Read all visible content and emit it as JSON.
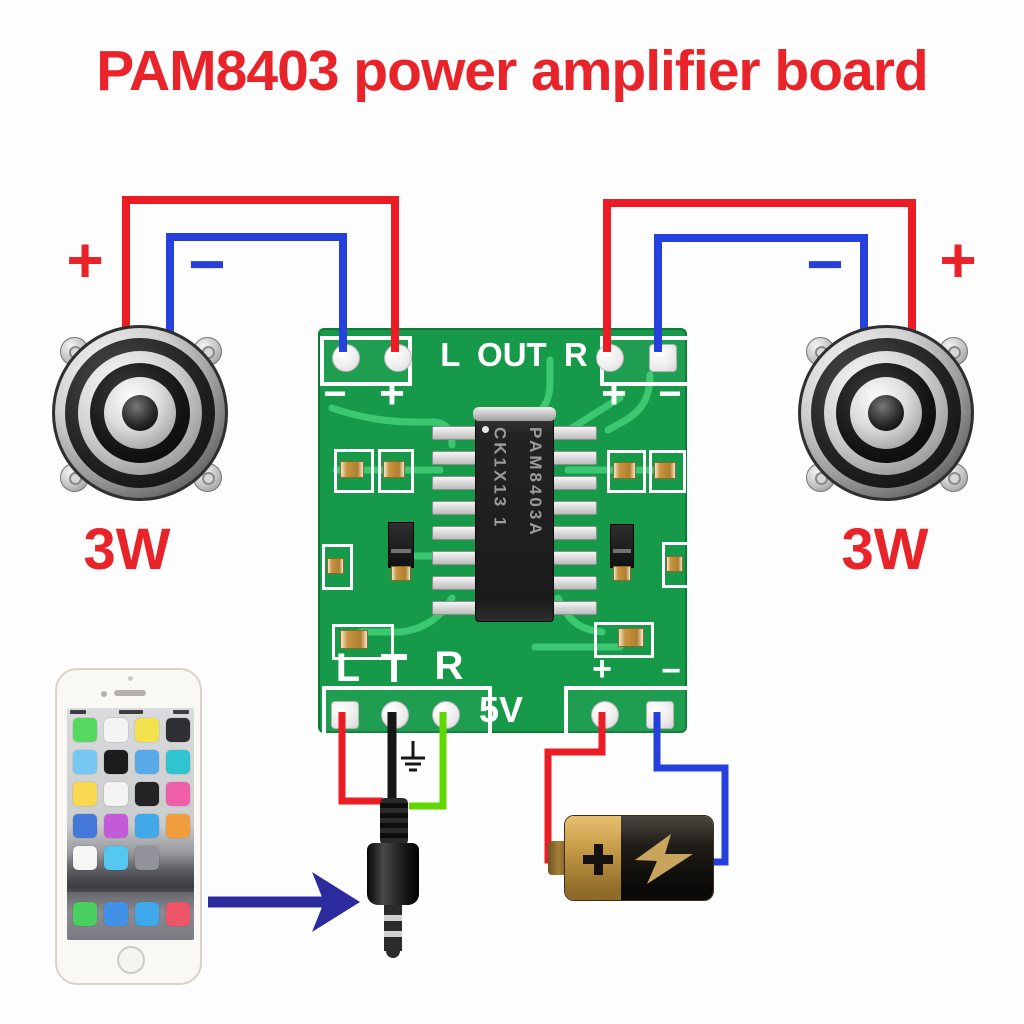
{
  "title": {
    "text": "PAM8403 power amplifier board"
  },
  "board": {
    "out_label": "L OUT R",
    "left_terminal": {
      "minus": "−",
      "plus": "+"
    },
    "right_terminal": {
      "plus": "+",
      "minus": "−"
    },
    "input": {
      "left": "L",
      "right": "R"
    },
    "power": {
      "label": "5V",
      "plus": "+",
      "minus": "−"
    },
    "chip": {
      "part_number": "PAM8403A",
      "batch_code": "CK1X13 1"
    }
  },
  "speakers": {
    "left": {
      "rating": "3W",
      "positive": "+",
      "negative": "−"
    },
    "right": {
      "rating": "3W",
      "positive": "+",
      "negative": "−"
    }
  },
  "phone": {
    "icon_rows": [
      [
        "#56d75f",
        "#f4f4f2",
        "#f3e24e",
        "#2f2f33"
      ],
      [
        "#76c7f2",
        "#1c1c1e",
        "#59a8e8",
        "#2fc4cf"
      ],
      [
        "#f8d84e",
        "#f4f4f2",
        "#232325",
        "#ef5fa7"
      ],
      [
        "#4478d8",
        "#c35ad8",
        "#41a9ea",
        "#f29d3d"
      ],
      [
        "#f6f6f4",
        "#54c8f0",
        "#92929a",
        ""
      ]
    ],
    "dock_icons": [
      "#49d05e",
      "#4192e6",
      "#3fa8ea",
      "#ee5566"
    ]
  },
  "colors": {
    "title_red": "#e82329",
    "wire_red": "#ec1c24",
    "wire_blue": "#2540dd",
    "wire_green": "#5fd800",
    "wire_black": "#161616",
    "arrow_navy": "#2b2b9e",
    "pcb_green": "#169a4a",
    "trace_green": "#3fca74",
    "silkscreen_white": "#ffffff",
    "chip_black": "#232323",
    "battery_gold": "#c69a46",
    "rating_red": "#e82329"
  }
}
